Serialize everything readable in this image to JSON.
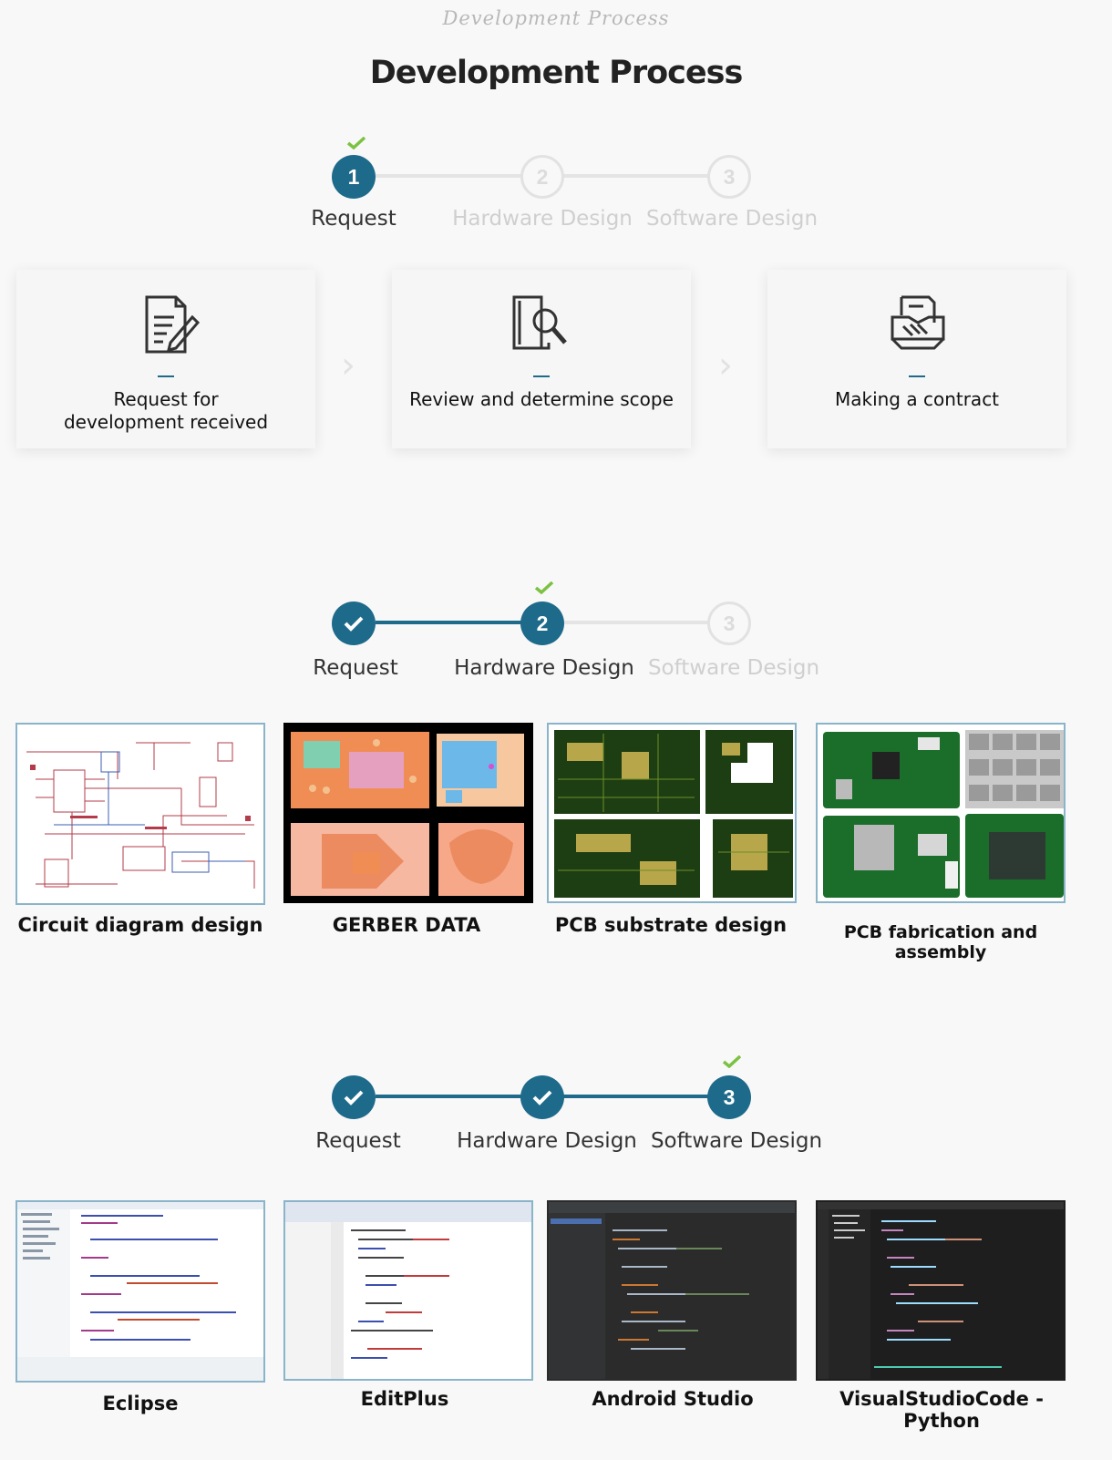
{
  "header": {
    "script_title": "Development Process",
    "title": "Development Process"
  },
  "steps": [
    "Request",
    "Hardware Design",
    "Software Design"
  ],
  "step_numbers": [
    "1",
    "2",
    "3"
  ],
  "colors": {
    "accent": "#1e6a8a",
    "check": "#7cc242",
    "inactive": "#e2e2e2"
  },
  "request_stage": {
    "current_step": 1,
    "cards": [
      {
        "icon": "document-edit-icon",
        "text_line1": "Request for",
        "text_line2": "development received"
      },
      {
        "icon": "document-search-icon",
        "text": "Review and determine scope"
      },
      {
        "icon": "handshake-contract-icon",
        "text": "Making a contract"
      }
    ]
  },
  "hardware_stage": {
    "current_step": 2,
    "items": [
      {
        "caption": "Circuit diagram design"
      },
      {
        "caption": "GERBER DATA"
      },
      {
        "caption": "PCB substrate design"
      },
      {
        "caption": "PCB fabrication and assembly"
      }
    ]
  },
  "software_stage": {
    "current_step": 3,
    "items": [
      {
        "caption": "Eclipse"
      },
      {
        "caption": "EditPlus"
      },
      {
        "caption": "Android Studio"
      },
      {
        "caption": "VisualStudioCode - Python"
      }
    ]
  }
}
